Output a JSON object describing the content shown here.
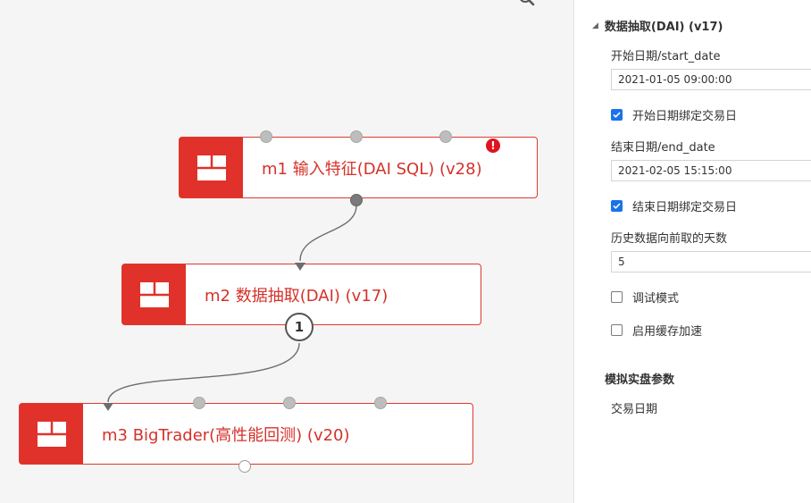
{
  "canvas": {
    "modules": [
      {
        "label": "m1 输入特征(DAI SQL) (v28)",
        "has_error": true,
        "error_symbol": "!"
      },
      {
        "label": "m2 数据抽取(DAI) (v17)",
        "output_badge": "1"
      },
      {
        "label": "m3 BigTrader(高性能回测) (v20)"
      }
    ]
  },
  "panel": {
    "title": "数据抽取(DAI) (v17)",
    "start_date_label": "开始日期/start_date",
    "start_date_value": "2021-01-05 09:00:00",
    "start_bind_label": "开始日期绑定交易日",
    "start_bind_checked": true,
    "end_date_label": "结束日期/end_date",
    "end_date_value": "2021-02-05 15:15:00",
    "end_bind_label": "结束日期绑定交易日",
    "end_bind_checked": true,
    "history_days_label": "历史数据向前取的天数",
    "history_days_value": "5",
    "debug_label": "调试模式",
    "debug_checked": false,
    "cache_label": "启用缓存加速",
    "cache_checked": false,
    "sim_section_title": "模拟实盘参数",
    "trade_date_label": "交易日期"
  },
  "colors": {
    "module_red": "#e0322a",
    "module_text": "#d6312a",
    "checkbox_blue": "#1a73e8",
    "canvas_bg": "#f5f5f5"
  },
  "icons": [
    "search-icon",
    "module-grid-icon",
    "error-icon",
    "caret-down-icon",
    "checkmark-icon"
  ]
}
